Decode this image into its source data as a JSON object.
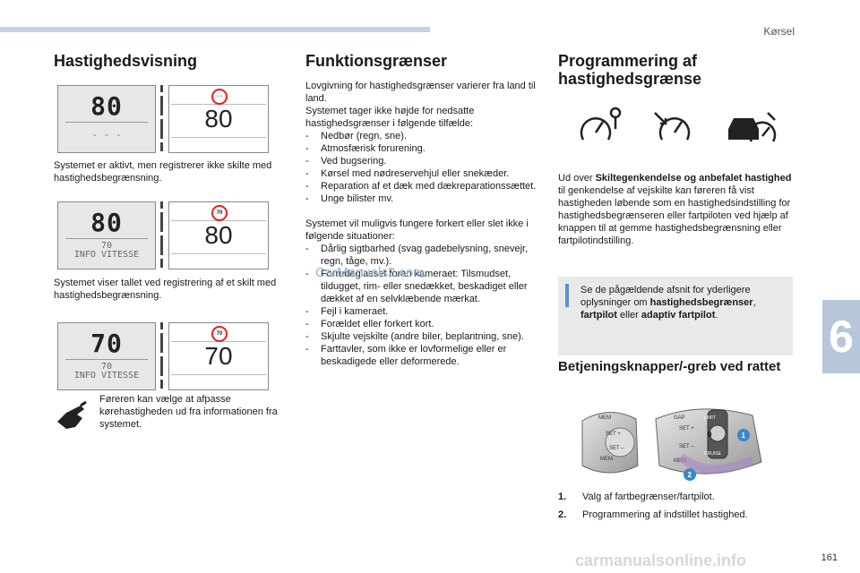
{
  "header": {
    "section": "Kørsel",
    "chapter": "6",
    "page": "161"
  },
  "watermark": "CarManuals2.com",
  "footer_watermark": "carmanualsonline.info",
  "col1": {
    "title": "Hastighedsvisning",
    "clusters": [
      {
        "lcd_big": "80",
        "lcd_small": "- - -",
        "dial_value": "80",
        "sign": "- -"
      },
      {
        "lcd_big": "80",
        "lcd_small_line1": "70",
        "lcd_small_line2": "INFO VITESSE",
        "dial_value": "80",
        "sign": "70"
      },
      {
        "lcd_big": "70",
        "lcd_small_line1": "70",
        "lcd_small_line2": "INFO VITESSE",
        "dial_value": "70",
        "sign": "70"
      }
    ],
    "caption1": "Systemet er aktivt, men registrerer ikke skilte med hastighedsbegrænsning.",
    "caption2": "Systemet viser tallet ved registrering af et skilt med hastighedsbegrænsning.",
    "caption3": "Føreren kan vælge at afpasse kørehastigheden ud fra informationen fra systemet."
  },
  "col2": {
    "title": "Funktionsgrænser",
    "intro": "Lovgivning for hastighedsgrænser varierer fra land til land.",
    "intro2": "Systemet tager ikke højde for nedsatte hastighedsgrænser i følgende tilfælde:",
    "list1": [
      "Nedbør (regn, sne).",
      "Atmosfærisk forurening.",
      "Ved bugsering.",
      "Kørsel med nødreservehjul eller snekæder.",
      "Reparation af et dæk med dækreparationssættet.",
      "Unge bilister mv."
    ],
    "intro3": "Systemet vil muligvis fungere forkert eller slet ikke i følgende situationer:",
    "list2": [
      "Dårlig sigtbarhed (svag gadebelysning, snevejr, regn, tåge, mv.).",
      "Forrudeglasset foran kameraet: Tilsmudset, tildugget, rim- eller snedækket, beskadiget eller dækket af en selvklæbende mærkat.",
      "Fejl i kameraet.",
      "Forældet eller forkert kort.",
      "Skjulte vejskilte (andre biler, beplantning, sne).",
      "Farttavler, som ikke er lovformelige eller er beskadigede eller deformerede."
    ]
  },
  "col3": {
    "title": "Programmering af hastighedsgrænse",
    "para_prefix": "Ud over ",
    "para_bold": "Skiltegenkendelse og anbefalet hastighed",
    "para_rest": " til genkendelse af vejskilte kan føreren få vist hastigheden løbende som en hastighedsindstilling for hastighedsbegrænseren eller fartpiloten ved hjælp af knappen til at gemme hastighedsbegrænsning eller fartpilotindstilling.",
    "info_prefix": "Se de pågældende afsnit for yderligere oplysninger om ",
    "info_b1": "hastighedsbegrænser",
    "info_sep": ", ",
    "info_b2": "fartpilot",
    "info_mid": " eller ",
    "info_b3": "adaptiv fartpilot",
    "info_end": ".",
    "subtitle": "Betjeningsknapper/-greb ved rattet",
    "stalk_labels": {
      "mem": "MEM",
      "set_plus": "SET +",
      "set_minus": "SET –",
      "limit": "LIMIT",
      "zero": "0",
      "cruise": "CRUISE",
      "gap": "GAP",
      "callout1": "1",
      "callout2": "2"
    },
    "numbered": [
      {
        "n": "1.",
        "text": "Valg af fartbegrænser/fartpilot."
      },
      {
        "n": "2.",
        "text": "Programmering af indstillet hastighed."
      }
    ]
  },
  "colors": {
    "accent_blue": "#5b8fd0",
    "chapter_tab": "#b7c6d8",
    "sign_red": "#d22222",
    "info_bg": "#e9e9e9"
  }
}
